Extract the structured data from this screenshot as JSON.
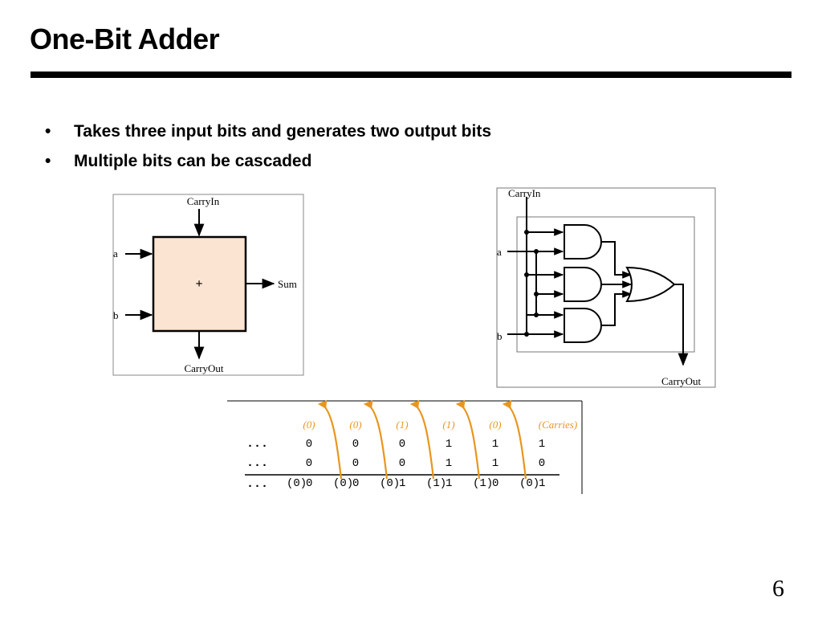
{
  "slide": {
    "title": "One-Bit Adder",
    "page_number": "6",
    "bullets": [
      "Takes three input bits and generates two output bits",
      "Multiple bits can be cascaded"
    ]
  },
  "block_diagram": {
    "carry_in": "CarryIn",
    "input_a": "a",
    "input_b": "b",
    "symbol": "+",
    "sum": "Sum",
    "carry_out": "CarryOut"
  },
  "gate_diagram": {
    "carry_in": "CarryIn",
    "input_a": "a",
    "input_b": "b",
    "carry_out": "CarryOut"
  },
  "addition_table": {
    "carries": [
      "(0)",
      "(0)",
      "(1)",
      "(1)",
      "(0)"
    ],
    "carries_label": "(Carries)",
    "ellipsis": "...",
    "row1": [
      "0",
      "0",
      "0",
      "1",
      "1",
      "1"
    ],
    "row2": [
      "0",
      "0",
      "0",
      "1",
      "1",
      "0"
    ],
    "result_carries": [
      "(0)",
      "(0)",
      "(0)",
      "(1)",
      "(1)",
      "(0)"
    ],
    "result": [
      "0",
      "0",
      "1",
      "1",
      "0",
      "1"
    ]
  },
  "colors": {
    "block_fill": "#fbe4d1",
    "carry_arrow": "#e8961e"
  }
}
